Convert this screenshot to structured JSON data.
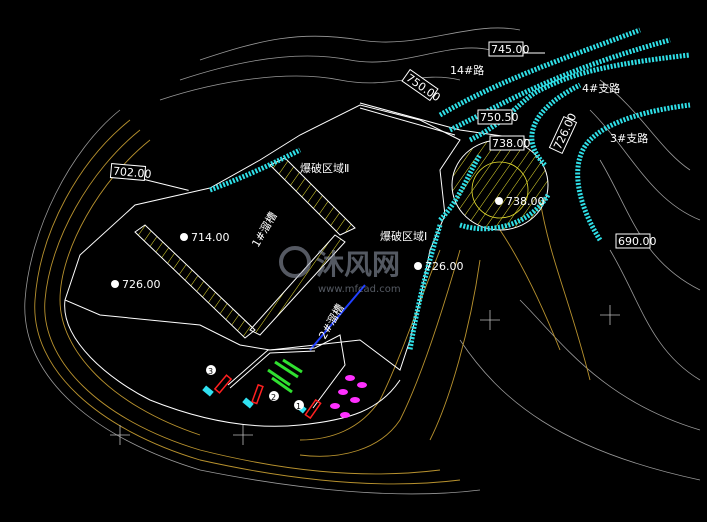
{
  "drawing": {
    "elevations": {
      "e745": "745.00",
      "e750": "750.00",
      "e750_5": "750.50",
      "e738_road": "738.00",
      "e726_road": "726.00",
      "e690": "690.00",
      "e702": "702.00",
      "e714": "714.00",
      "e726_left": "726.00",
      "e726_mid": "726.00",
      "e738_point": "738.00"
    },
    "roads": {
      "r14": "14#路",
      "r4": "4#支路",
      "r3": "3#支路"
    },
    "zones": {
      "zone2": "爆破区域Ⅱ",
      "zone1": "爆破区域Ⅰ"
    },
    "chutes": {
      "chute1": "1#溜槽",
      "chute2": "2#溜槽"
    },
    "markers": [
      "3",
      "2",
      "1"
    ],
    "colors": {
      "background": "#000000",
      "road": "#2fe0e8",
      "hatch": "#e8e030",
      "contour_gold": "#b8922e",
      "contour_gray": "#9a9a9a"
    }
  },
  "watermark": {
    "name": "沐风网",
    "url": "www.mfcad.com"
  }
}
